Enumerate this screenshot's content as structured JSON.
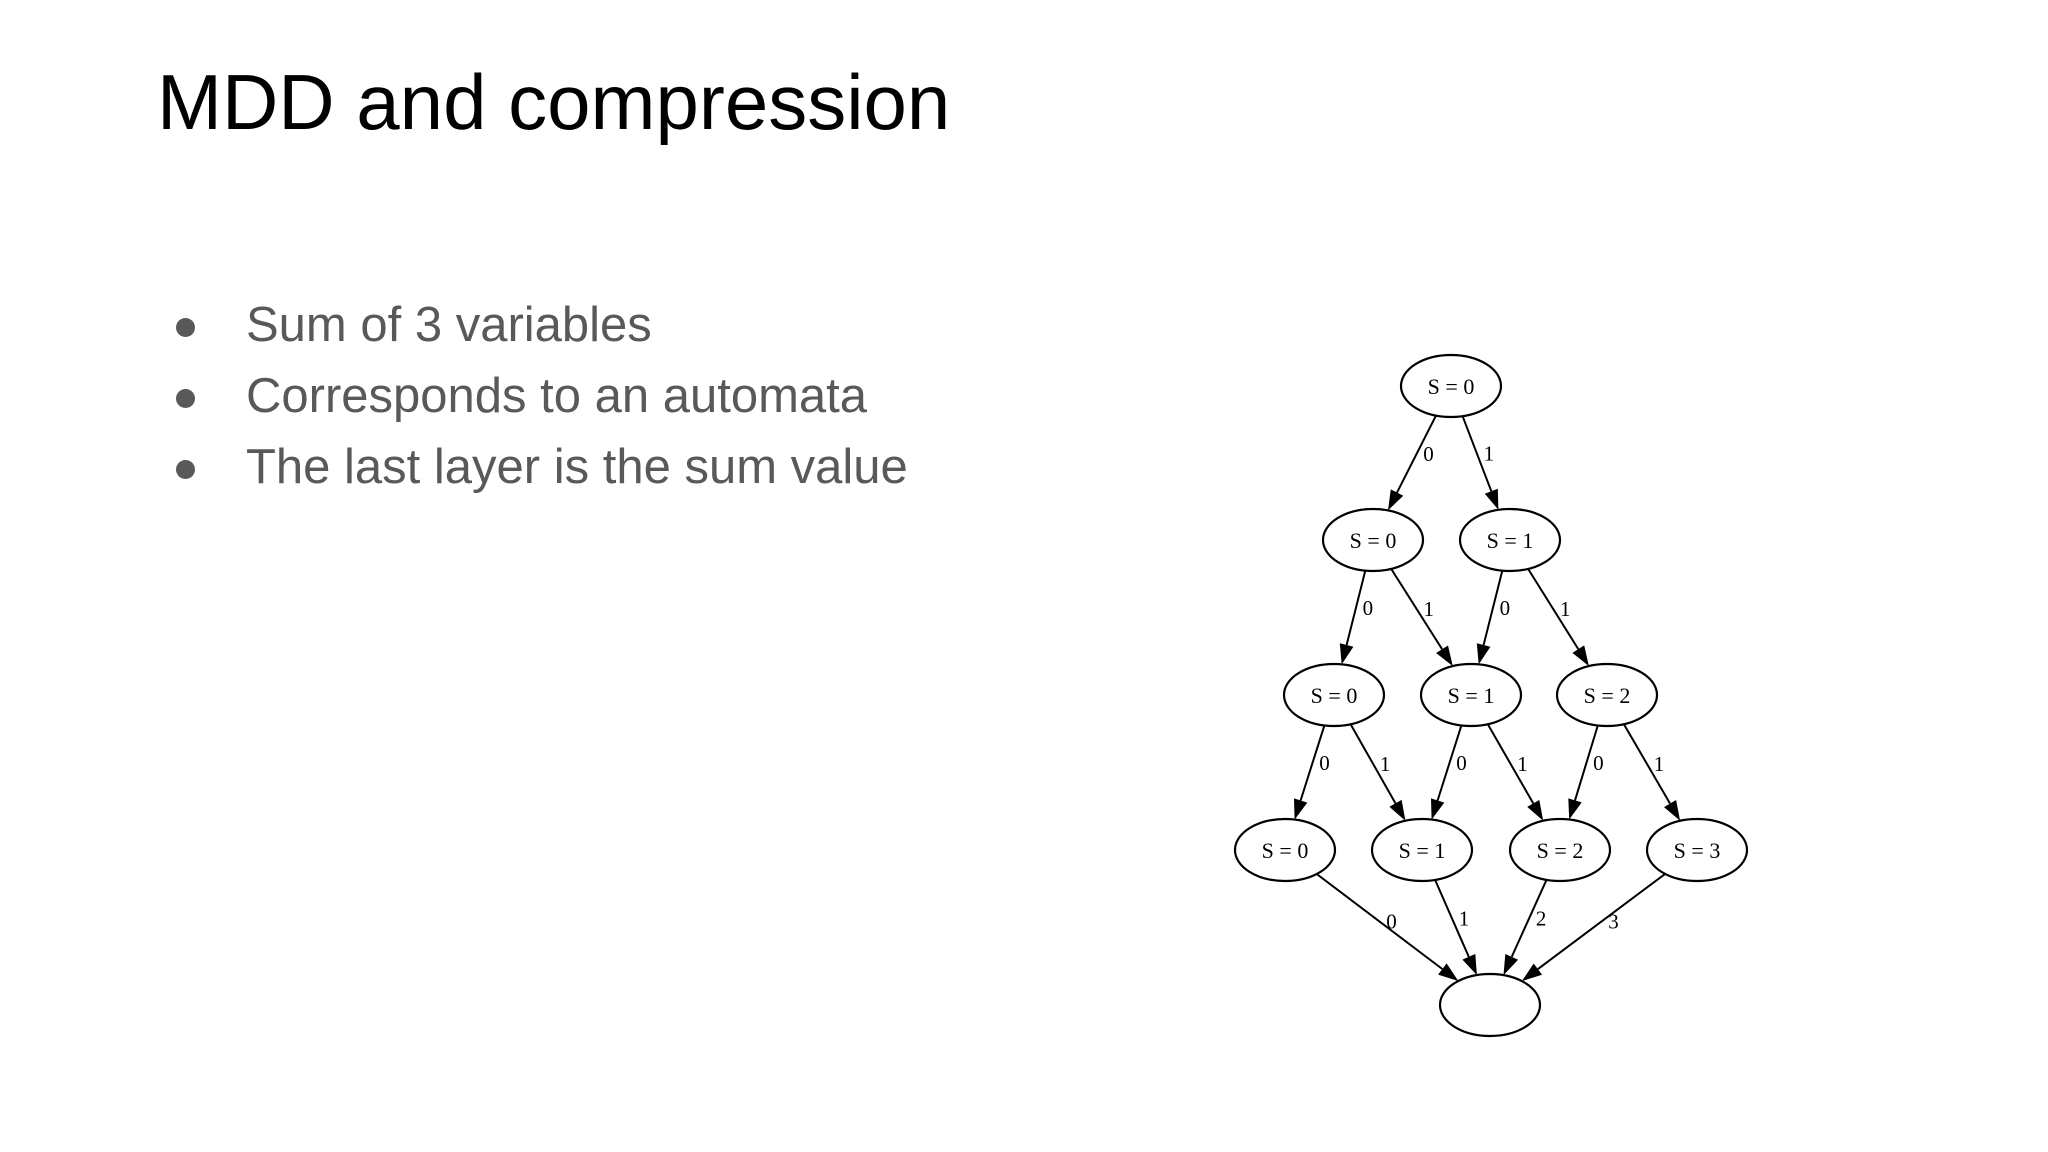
{
  "slide": {
    "title": "MDD and compression",
    "bullets": [
      "Sum of 3 variables",
      "Corresponds to an automata",
      "The last layer is the sum value"
    ]
  },
  "diagram": {
    "nodes": [
      {
        "id": "l0s0",
        "label": "S = 0"
      },
      {
        "id": "l1s0",
        "label": "S = 0"
      },
      {
        "id": "l1s1",
        "label": "S = 1"
      },
      {
        "id": "l2s0",
        "label": "S = 0"
      },
      {
        "id": "l2s1",
        "label": "S = 1"
      },
      {
        "id": "l2s2",
        "label": "S = 2"
      },
      {
        "id": "l3s0",
        "label": "S = 0"
      },
      {
        "id": "l3s1",
        "label": "S = 1"
      },
      {
        "id": "l3s2",
        "label": "S = 2"
      },
      {
        "id": "l3s3",
        "label": "S = 3"
      },
      {
        "id": "sink",
        "label": ""
      }
    ],
    "edges": [
      {
        "from": "l0s0",
        "to": "l1s0",
        "label": "0"
      },
      {
        "from": "l0s0",
        "to": "l1s1",
        "label": "1"
      },
      {
        "from": "l1s0",
        "to": "l2s0",
        "label": "0"
      },
      {
        "from": "l1s0",
        "to": "l2s1",
        "label": "1"
      },
      {
        "from": "l1s1",
        "to": "l2s1",
        "label": "0"
      },
      {
        "from": "l1s1",
        "to": "l2s2",
        "label": "1"
      },
      {
        "from": "l2s0",
        "to": "l3s0",
        "label": "0"
      },
      {
        "from": "l2s0",
        "to": "l3s1",
        "label": "1"
      },
      {
        "from": "l2s1",
        "to": "l3s1",
        "label": "0"
      },
      {
        "from": "l2s1",
        "to": "l3s2",
        "label": "1"
      },
      {
        "from": "l2s2",
        "to": "l3s2",
        "label": "0"
      },
      {
        "from": "l2s2",
        "to": "l3s3",
        "label": "1"
      },
      {
        "from": "l3s0",
        "to": "sink",
        "label": "0"
      },
      {
        "from": "l3s1",
        "to": "sink",
        "label": "1"
      },
      {
        "from": "l3s2",
        "to": "sink",
        "label": "2"
      },
      {
        "from": "l3s3",
        "to": "sink",
        "label": "3"
      }
    ]
  }
}
